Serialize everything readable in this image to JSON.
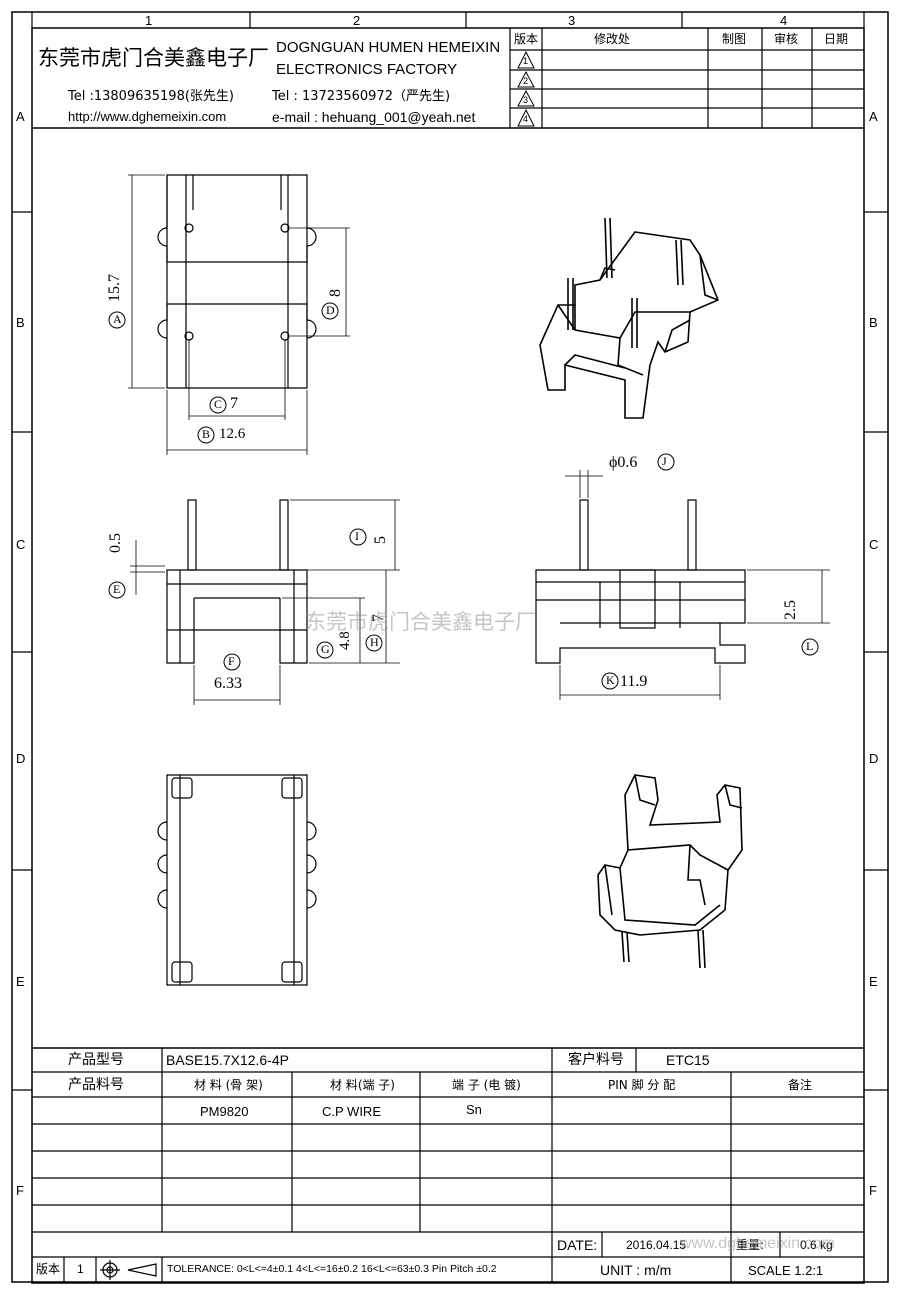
{
  "zones": {
    "columns": [
      "1",
      "2",
      "3",
      "4"
    ],
    "rows": [
      "A",
      "B",
      "C",
      "D",
      "E",
      "F"
    ]
  },
  "header": {
    "company_cn": "东莞市虎门合美鑫电子厂",
    "company_en_line1": "DOGNGUAN HUMEN HEMEIXIN",
    "company_en_line2": "ELECTRONICS FACTORY",
    "tel1": "Tel :13809635198(张先生)",
    "website": "http://www.dghemeixin.com",
    "tel2": "Tel : 13723560972（严先生)",
    "email": "e-mail : hehuang_001@yeah.net"
  },
  "revision_table": {
    "headers": [
      "版本",
      "修改处",
      "制图",
      "审核",
      "日期"
    ],
    "rows": [
      "1",
      "2",
      "3",
      "4"
    ]
  },
  "dimensions": {
    "A": {
      "tag": "A",
      "value": "15.7"
    },
    "B": {
      "tag": "B",
      "value": "12.6"
    },
    "C": {
      "tag": "C",
      "value": "7"
    },
    "D": {
      "tag": "D",
      "value": "8"
    },
    "E": {
      "tag": "E",
      "value": "0.5"
    },
    "F": {
      "tag": "F",
      "value": "6.33"
    },
    "G": {
      "tag": "G",
      "value": "4.8"
    },
    "H": {
      "tag": "H",
      "value": "7"
    },
    "I": {
      "tag": "I",
      "value": "5"
    },
    "J": {
      "tag": "J",
      "value": "ϕ0.6"
    },
    "K": {
      "tag": "K",
      "value": "11.9"
    },
    "L": {
      "tag": "L",
      "value": "2.5"
    }
  },
  "watermark_center": "东莞市虎门合美鑫电子厂",
  "watermark_bottom": "www.dghemeixin.com",
  "title_block": {
    "product_model_label": "产品型号",
    "product_model": "BASE15.7X12.6-4P",
    "customer_code_label": "客户料号",
    "customer_code": "ETC15",
    "product_code_label": "产品料号",
    "material_bobbin_label": "材 料 (骨 架)",
    "material_terminal_label": "材 料(端 子)",
    "plating_label": "端 子 (电 镀)",
    "pin_label": "PIN 脚 分 配",
    "remark_label": "备注",
    "material_bobbin": "PM9820",
    "material_terminal": "C.P WIRE",
    "plating": "Sn",
    "date_label": "DATE:",
    "date": "2016.04.15",
    "weight_label": "重量:",
    "weight": "0.6 kg",
    "version_label": "版本",
    "version": "1",
    "tolerance": "TOLERANCE:  0<L<=4±0.1  4<L<=16±0.2  16<L<=63±0.3  Pin Pitch  ±0.2",
    "unit": "UNIT : m/m",
    "scale": "SCALE  1.2:1"
  },
  "colors": {
    "line": "#000000",
    "watermark": "#9a9a9a"
  }
}
